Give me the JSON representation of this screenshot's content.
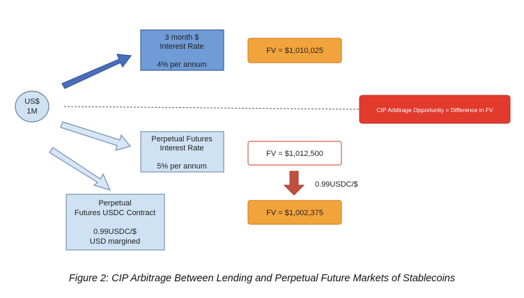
{
  "origin": {
    "lines": [
      "US$",
      "1M"
    ]
  },
  "rate_3m": {
    "lines": [
      "3 month $",
      "Interest Rate",
      "",
      "4% per annum"
    ]
  },
  "rate_perp": {
    "lines": [
      "Perpetual Futures",
      "Interest Rate",
      "",
      "5% per annum"
    ]
  },
  "contract": {
    "lines": [
      "Perpetual",
      "Futures USDC Contract",
      "",
      "0.99USDC/$",
      "USD margined"
    ]
  },
  "fv_3m": "FV = $1,010,025",
  "fv_perp": "FV = $1,012,500",
  "fv_converted": "FV = $1,002,375",
  "conversion_rate": "0.99USDC/$",
  "cip_box": "CIP Arbitrage Opportunity = Difference in FV",
  "caption": "Figure 2: CIP Arbitrage Between Lending and Perpetual Future Markets of Stablecoins",
  "colors": {
    "blue_dark": "#4472c4",
    "blue_mid": "#6f9bd6",
    "blue_light": "#cfe2f3",
    "orange": "#f1a43c",
    "orange_border": "#d9822b",
    "red": "#e23a2d",
    "red_border": "#c0392b",
    "down_arrow": "#c0503c",
    "outline_red": "#e05a4f"
  }
}
